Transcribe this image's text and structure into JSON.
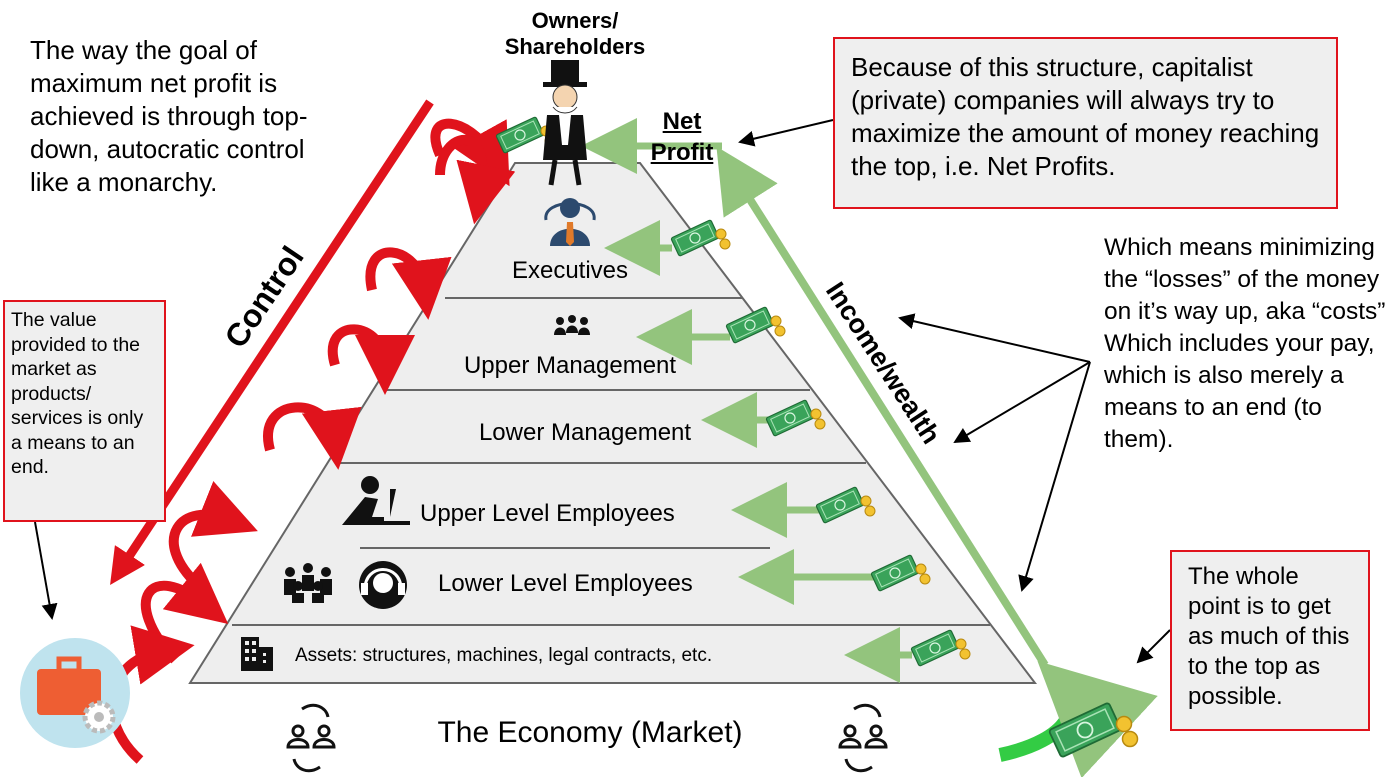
{
  "top_label": "Owners/\nShareholders",
  "net_profit_label": "Net\nProfit",
  "left_note": "The way the goal of maximum net profit is achieved is through top-down, autocratic control like a monarchy.",
  "control_label": "Control",
  "income_label": "Income/wealth",
  "box_top_text": "Because of this structure, capitalist (private) companies will always try to maximize the amount of money reaching the top, i.e. Net Profits.",
  "box_left_text": "The value provided to the market as products/ services is only a means to an end.",
  "right_note": "Which means minimizing the “losses” of the money on it’s way up, aka “costs” Which includes your pay, which is also merely a means to an end (to them).",
  "box_right_text": "The whole point is to get as much of this to the top as possible.",
  "tiers": {
    "executives": "Executives",
    "upper_management": "Upper Management",
    "lower_management": "Lower Management",
    "upper_level_employees": "Upper Level Employees",
    "lower_level_employees": "Lower Level Employees",
    "assets": "Assets: structures, machines, legal contracts, etc."
  },
  "economy_label": "The Economy (Market)",
  "colors": {
    "red_arrow": "#e0131c",
    "green_arrow": "#93c47d",
    "pyramid_fill": "#eeeeee",
    "money": "#3aa35a",
    "coin": "#f2c230"
  },
  "icons": [
    "monopoly-man-icon",
    "executive-icon",
    "team-icon",
    "desk-worker-icon",
    "workers-icon",
    "headset-icon",
    "building-icon",
    "briefcase-gear-icon",
    "people-cycle-icon",
    "money-stack-icon"
  ]
}
